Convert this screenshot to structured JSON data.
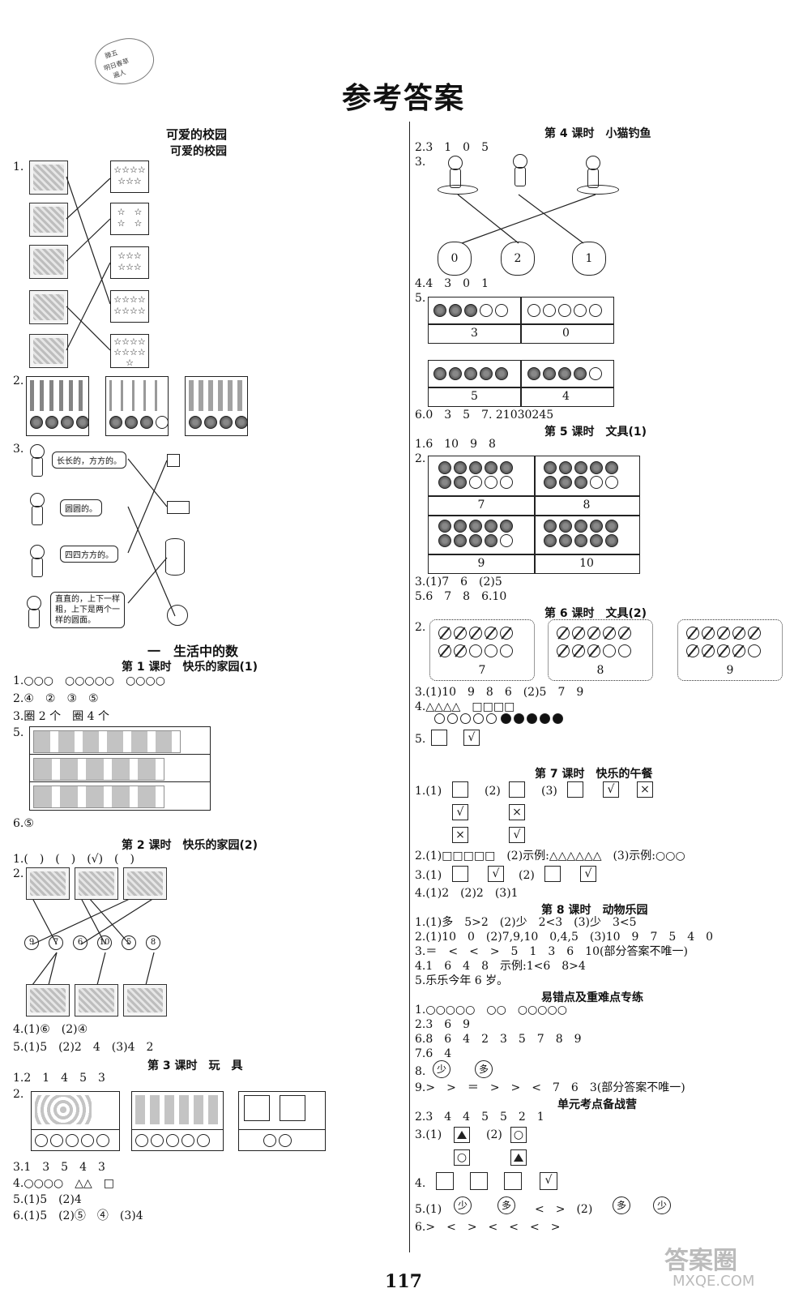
{
  "title": "参考答案",
  "page_number": "117",
  "watermark": "答案圈",
  "watermark_url": "MXQE.COM",
  "left": {
    "section_title": "可爱的校园",
    "section_sub": "可爱的校园",
    "q1": "1.",
    "q2": "2.",
    "q3": "3.",
    "bubbles": [
      "长长的，方方的。",
      "圆圆的。",
      "四四方方的。",
      "直直的，上下一样粗，上下是两个一样的圆面。"
    ],
    "unit1": "一　生活中的数",
    "lesson1": "第 1 课时　快乐的家园(1)",
    "l1_lines": [
      "1.○○○　○○○○○　○○○○",
      "2.④　②　③　⑤",
      "3.圈 2 个　圈 4 个",
      "5.",
      "6.⑤"
    ],
    "lesson2": "第 2 课时　快乐的家园(2)",
    "l2_lines": [
      "1.(　)　(　)　(√)　(　)",
      "2."
    ],
    "l2_nums": [
      "9",
      "7",
      "6",
      "10",
      "5",
      "8"
    ],
    "l2_after": [
      "4.(1)⑥　(2)④",
      "5.(1)5　(2)2　4　(3)4　2"
    ],
    "lesson3": "第 3 课时　玩　具",
    "l3_lines": [
      "1.2　1　4　5　3",
      "2."
    ],
    "l3_after": [
      "3.1　3　5　4　3",
      "4.○○○○　△△　□",
      "5.(1)5　(2)4",
      "6.(1)5　(2)⑤　④　(3)4"
    ]
  },
  "right": {
    "lesson4": "第 4 课时　小猫钓鱼",
    "l4_lines": [
      "2.3　1　0　5",
      "3."
    ],
    "flowers": [
      "0",
      "2",
      "1"
    ],
    "l4_after1": "4.4　3　0　1",
    "l4_q5": "5.",
    "l4_cells": [
      "3",
      "0",
      "5",
      "4"
    ],
    "l4_after2": "6.0　3　5　7. 21030245",
    "lesson5": "第 5 课时　文具(1)",
    "l5_q1": "1.6　10　9　8",
    "l5_q2": "2.",
    "l5_cells": [
      "7",
      "8",
      "9",
      "10"
    ],
    "l5_after": [
      "3.(1)7　6　(2)5",
      "5.6　7　8　6.10"
    ],
    "lesson6": "第 6 课时　文具(2)",
    "l6_q2": "2.",
    "l6_cells": [
      "7",
      "8",
      "9"
    ],
    "l6_after": [
      "3.(1)10　9　8　6　(2)5　7　9",
      "4.△△△△　□□□□",
      "5."
    ],
    "lesson7": "第 7 课时　快乐的午餐",
    "l7_q1": "1.(1)",
    "l7_q1b": "(2)",
    "l7_q1c": "(3)",
    "l7_after": [
      "2.(1)□□□□□　(2)示例:△△△△△△　(3)示例:○○○",
      "4.(1)2　(2)2　(3)1"
    ],
    "l7_q3": "3.(1)",
    "l7_q3b": "(2)",
    "lesson8": "第 8 课时　动物乐园",
    "l8_lines": [
      "1.(1)多　5>2　(2)少　2<3　(3)少　3<5",
      "2.(1)10　0　(2)7,9,10　0,4,5　(3)10　9　7　5　4　0",
      "3.＝　<　<　>　5　1　3　6　10(部分答案不唯一)",
      "4.1　6　4　8　示例:1<6　8>4",
      "5.乐乐今年 6 岁。"
    ],
    "drill": "易错点及重难点专练",
    "drill_lines": [
      "1.○○○○○　○○　○○○○○",
      "2.3　6　9",
      "6.8　6　4　2　3　5　7　8　9",
      "7.6　4",
      "8.",
      "9.>　>　＝　>　>　<　7　6　3(部分答案不唯一)"
    ],
    "drill_words": [
      "少",
      "多"
    ],
    "review": "单元考点备战营",
    "review_lines": [
      "2.3　4　4　5　5　2　1",
      "3.(1)",
      "4.",
      "5.(1)",
      "6.>　<　>　<　<　<　>"
    ],
    "review_words": [
      "少",
      "多",
      "多",
      "少"
    ]
  }
}
